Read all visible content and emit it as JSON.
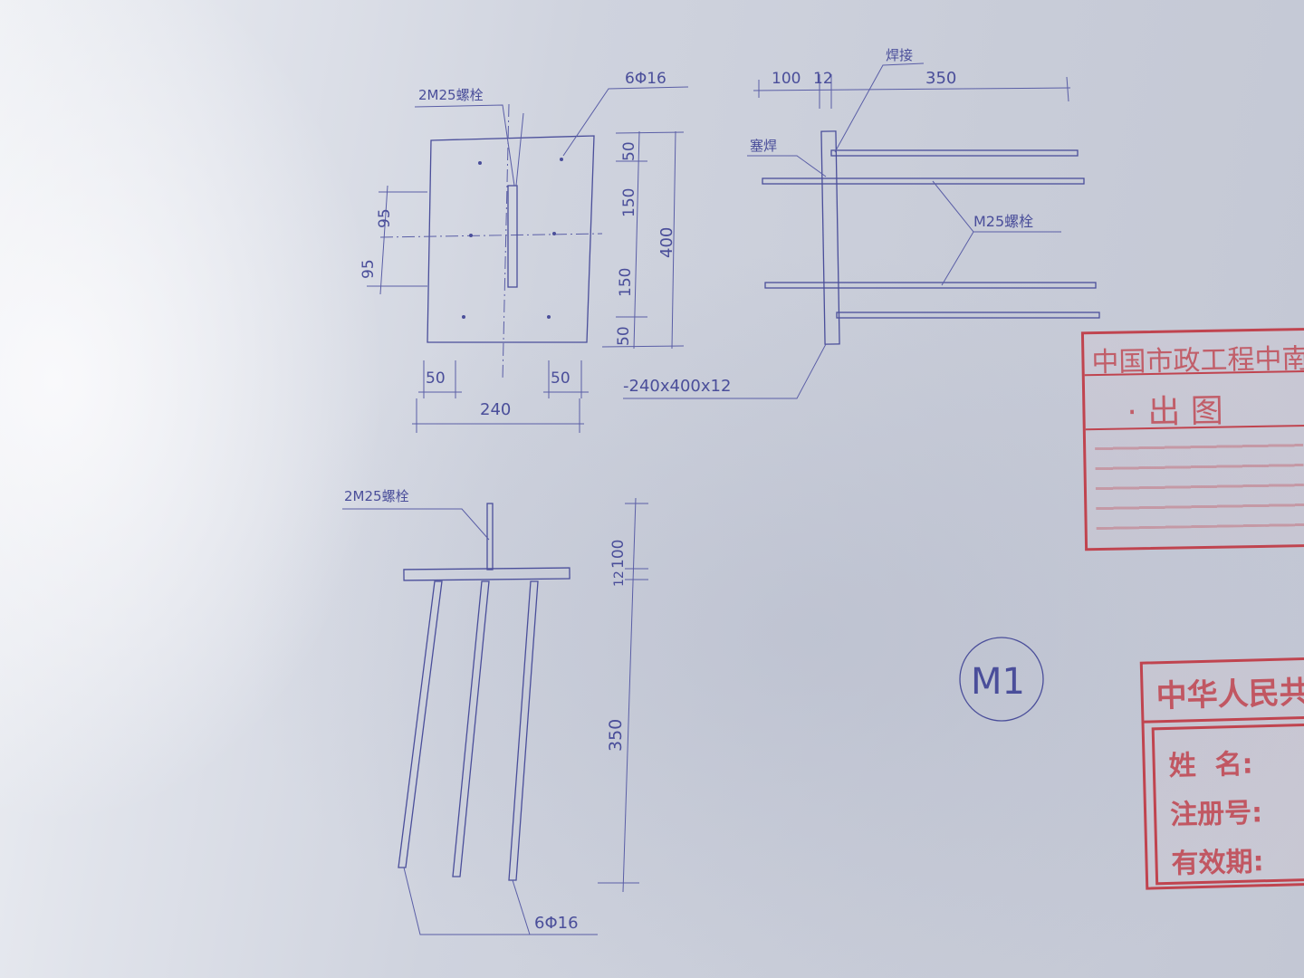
{
  "view1": {
    "bolt_label": "2M25螺栓",
    "rebar_label": "6Φ16",
    "dim_95_top": "95",
    "dim_95_bottom": "95",
    "dim_50_left": "50",
    "dim_50_right": "50",
    "dim_240": "240",
    "dim_50_a": "50",
    "dim_150_a": "150",
    "dim_400": "400",
    "dim_150_b": "150",
    "dim_50_b": "50"
  },
  "view2": {
    "dim_100": "100",
    "dim_12": "12",
    "dim_350": "350",
    "weld_label": "焊接",
    "plug_weld_label": "塞焊",
    "bolt_label": "M25螺栓",
    "plate_label": "-240x400x12"
  },
  "view3": {
    "bolt_label": "2M25螺栓",
    "dim_100": "100",
    "dim_12": "12",
    "dim_350": "350",
    "rebar_label": "6Φ16"
  },
  "mark": {
    "label": "M1"
  },
  "stamp1": {
    "title": "中国市政工程中南",
    "subtitle": "· 出 图"
  },
  "stamp2": {
    "title": "中华人民共",
    "row1": "姓  名:",
    "row2": "注册号:",
    "row3": "有效期:"
  },
  "colors": {
    "ink": "#4a4e9a",
    "stamp": "#c0444f",
    "paper": "#cfd3de"
  }
}
